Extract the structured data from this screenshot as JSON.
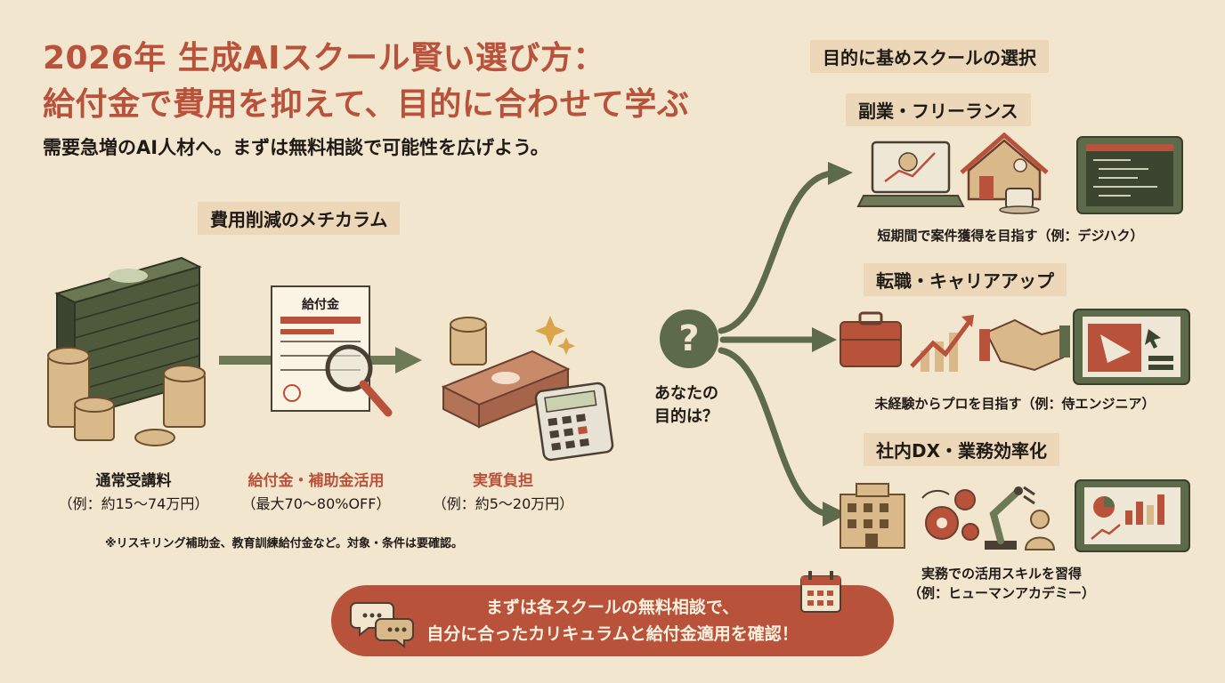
{
  "title": {
    "line1": "2026年 生成AIスクール賢い選び方：",
    "line2": "給付金で費用を抑えて、目的に合わせて学ぶ"
  },
  "subtitle": "需要急増のAI人材へ。まずは無料相談で可能性を広げよう。",
  "mechanism": {
    "heading": "費用削減のメチカラム",
    "form_label": "給付金",
    "steps": [
      {
        "label": "通常受講料",
        "detail": "（例：約15〜74万円）"
      },
      {
        "label": "給付金・補助金活用",
        "detail": "（最大70〜80%OFF）"
      },
      {
        "label": "実質負担",
        "detail": "（例：約5〜20万円）"
      }
    ],
    "note": "※リスキリング補助金、教育訓練給付金など。対象・条件は要確認。"
  },
  "question": {
    "symbol": "?",
    "line1": "あなたの",
    "line2": "目的は？"
  },
  "goals": {
    "heading": "目的に基めスクールの選択",
    "items": [
      {
        "title": "副業・フリーランス",
        "desc": "短期間で案件獲得を目指す（例：デジハク）"
      },
      {
        "title": "転職・キャリアアップ",
        "desc": "未経験からプロを目指す（例：侍エンジニア）"
      },
      {
        "title": "社内DX・業務効率化",
        "desc": "実務での活用スキルを習得",
        "desc2": "（例：ヒューマンアカデミー）"
      }
    ]
  },
  "cta": {
    "line1": "まずは各スクールの無料相談で、",
    "line2": "自分に合ったカリキュラムと給付金適用を確認！"
  },
  "colors": {
    "accent": "#b9523a",
    "green": "#5e6b4a",
    "background": "#f3e6cf",
    "dark": "#3a3f2c"
  }
}
